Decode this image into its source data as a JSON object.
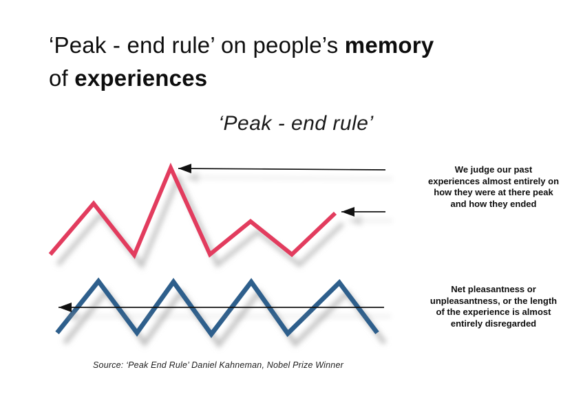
{
  "title": {
    "line1_normal": "‘Peak - end rule’ on people’s ",
    "line1_bold": "memory",
    "line2_normal": "of ",
    "line2_bold": "experiences"
  },
  "subtitle": "‘Peak - end rule’",
  "annotations": [
    {
      "name": "peak-end-note",
      "lines": [
        "We judge our past",
        "experiences almost entirely on",
        "how they were at there peak",
        "and how they ended"
      ]
    },
    {
      "name": "disregard-note",
      "lines": [
        "Net pleasantness or",
        "unpleasantness, or the length",
        "of the experience is almost",
        "entirely disregarded"
      ]
    }
  ],
  "source": "Source: ‘Peak End Rule’ Daniel Kahneman, Nobel Prize Winner",
  "colors": {
    "peak_line": "#e23c5e",
    "uniform_line": "#2e5f8c",
    "arrow": "#111111",
    "text": "#0d0d0d",
    "background": "#ffffff"
  },
  "chart_data": {
    "type": "line",
    "title": "‘Peak - end rule’",
    "grid": false,
    "axes_shown": false,
    "series": [
      {
        "name": "experience-with-peak-and-end",
        "color": "#e23c5e",
        "stroke_width": 6,
        "points": [
          [
            73,
            370
          ],
          [
            136,
            296
          ],
          [
            195,
            371
          ],
          [
            248,
            244
          ],
          [
            305,
            370
          ],
          [
            364,
            322
          ],
          [
            424,
            370
          ],
          [
            487,
            310
          ]
        ]
      },
      {
        "name": "uniform-experience",
        "color": "#2e5f8c",
        "stroke_width": 6.8,
        "points": [
          [
            83,
            484
          ],
          [
            143,
            409
          ],
          [
            199,
            484
          ],
          [
            252,
            410
          ],
          [
            307,
            486
          ],
          [
            365,
            410
          ],
          [
            418,
            485
          ],
          [
            493,
            411
          ],
          [
            548,
            484
          ]
        ]
      }
    ],
    "arrows": [
      {
        "name": "peak-arrow",
        "from": [
          560,
          247
        ],
        "to": [
          259,
          245
        ]
      },
      {
        "name": "end-arrow",
        "from": [
          560,
          308
        ],
        "to": [
          496,
          308
        ]
      },
      {
        "name": "baseline-arrow",
        "from": [
          558,
          447
        ],
        "to": [
          85,
          447
        ]
      }
    ]
  }
}
